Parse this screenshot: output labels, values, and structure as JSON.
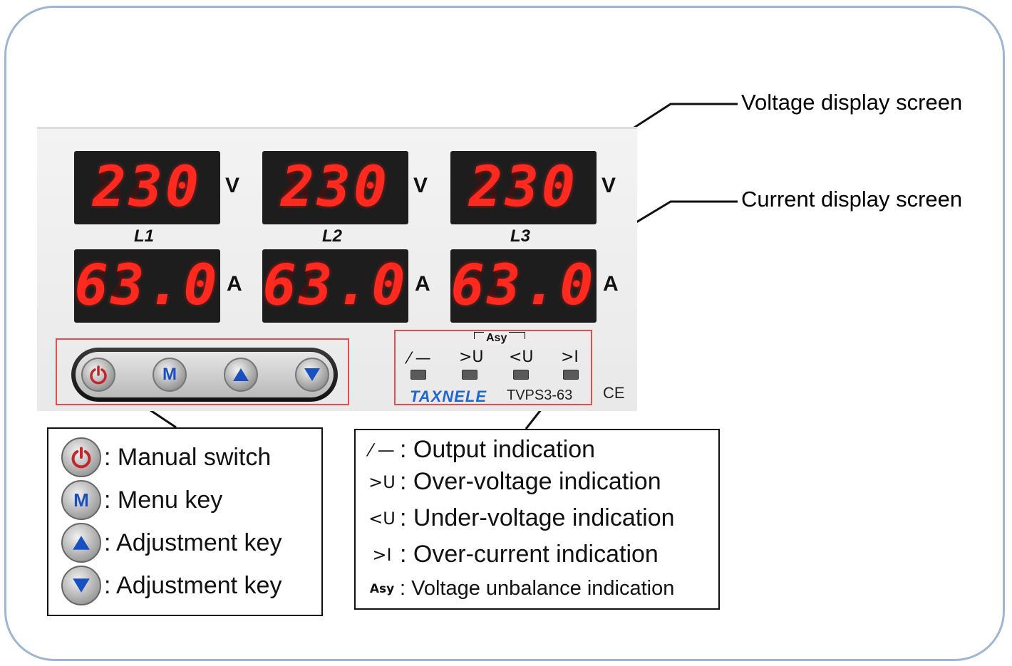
{
  "callouts": {
    "voltage_screen": "Voltage display screen",
    "current_screen": "Current display screen"
  },
  "displays": {
    "voltage": [
      {
        "value": "230",
        "unit": "V",
        "phase": "L1"
      },
      {
        "value": "230",
        "unit": "V",
        "phase": "L2"
      },
      {
        "value": "230",
        "unit": "V",
        "phase": "L3"
      }
    ],
    "current": [
      {
        "value": "63.0",
        "unit": "A"
      },
      {
        "value": "63.0",
        "unit": "A"
      },
      {
        "value": "63.0",
        "unit": "A"
      }
    ]
  },
  "indicators": {
    "asy_label": "Asy",
    "symbols": [
      "⁄ —",
      ">U",
      "<U",
      ">I"
    ]
  },
  "device": {
    "brand": "TAXNELE",
    "model": "TVPS3-63",
    "mark": "CE"
  },
  "buttons": {
    "menu_letter": "M"
  },
  "legend_left": {
    "items": [
      {
        "icon": "power-icon",
        "text": ": Manual switch"
      },
      {
        "icon": "menu-icon",
        "text": ": Menu key"
      },
      {
        "icon": "up-arrow-icon",
        "text": ": Adjustment key"
      },
      {
        "icon": "down-arrow-icon",
        "text": ": Adjustment key"
      }
    ]
  },
  "legend_right": {
    "items": [
      {
        "symbol": "⁄ —",
        "text": ": Output indication"
      },
      {
        "symbol": ">U",
        "text": ": Over-voltage indication"
      },
      {
        "symbol": "<U",
        "text": ": Under-voltage indication"
      },
      {
        "symbol": ">I",
        "text": ": Over-current indication"
      },
      {
        "symbol": "Asy",
        "text": ":  Voltage unbalance indication"
      }
    ]
  },
  "colors": {
    "frame": "#9fb6d3",
    "led_red": "#ff2a1f",
    "brand_blue": "#2266cc",
    "box_red": "#e05050",
    "power_red": "#c0262a",
    "key_blue": "#1a4fbf"
  }
}
